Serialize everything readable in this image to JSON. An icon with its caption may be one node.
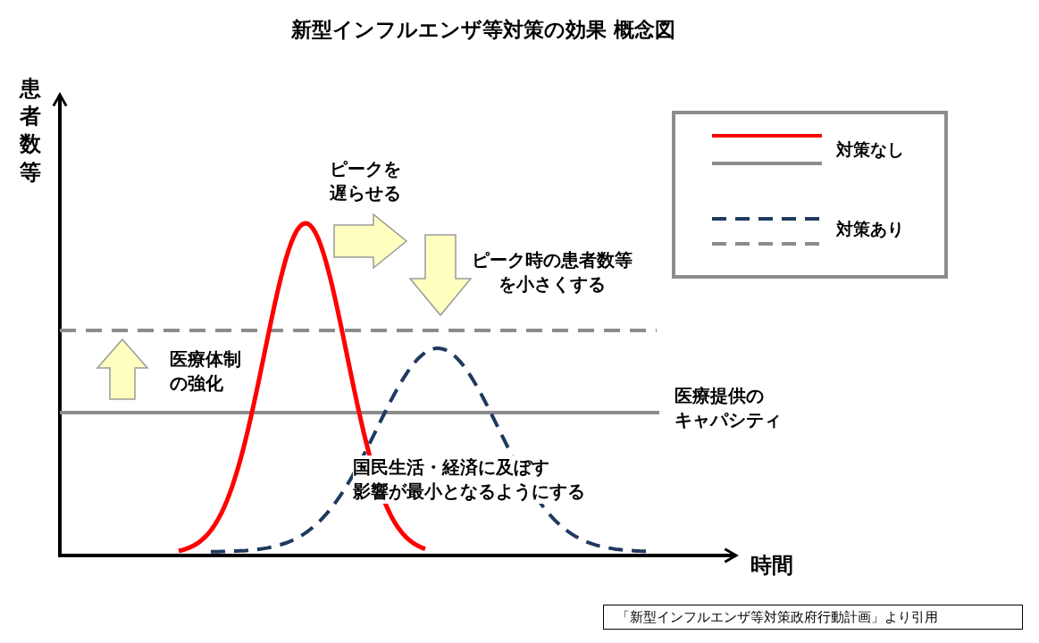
{
  "diagram": {
    "title": "新型インフルエンザ等対策の効果 概念図",
    "caption": "「新型インフルエンザ等対策政府行動計画」より引用",
    "labels": [
      "患者数等",
      "ピークを遅らせる",
      "ピーク時の患者数等を小さくする",
      "医療体制の強化",
      "医療提供のキャパシティ",
      "国民生活・経済に及ぼす影響が最小となるようにする",
      "時間"
    ],
    "legend": [
      {
        "text": "対策なし"
      },
      {
        "text": "対策あり"
      }
    ]
  }
}
